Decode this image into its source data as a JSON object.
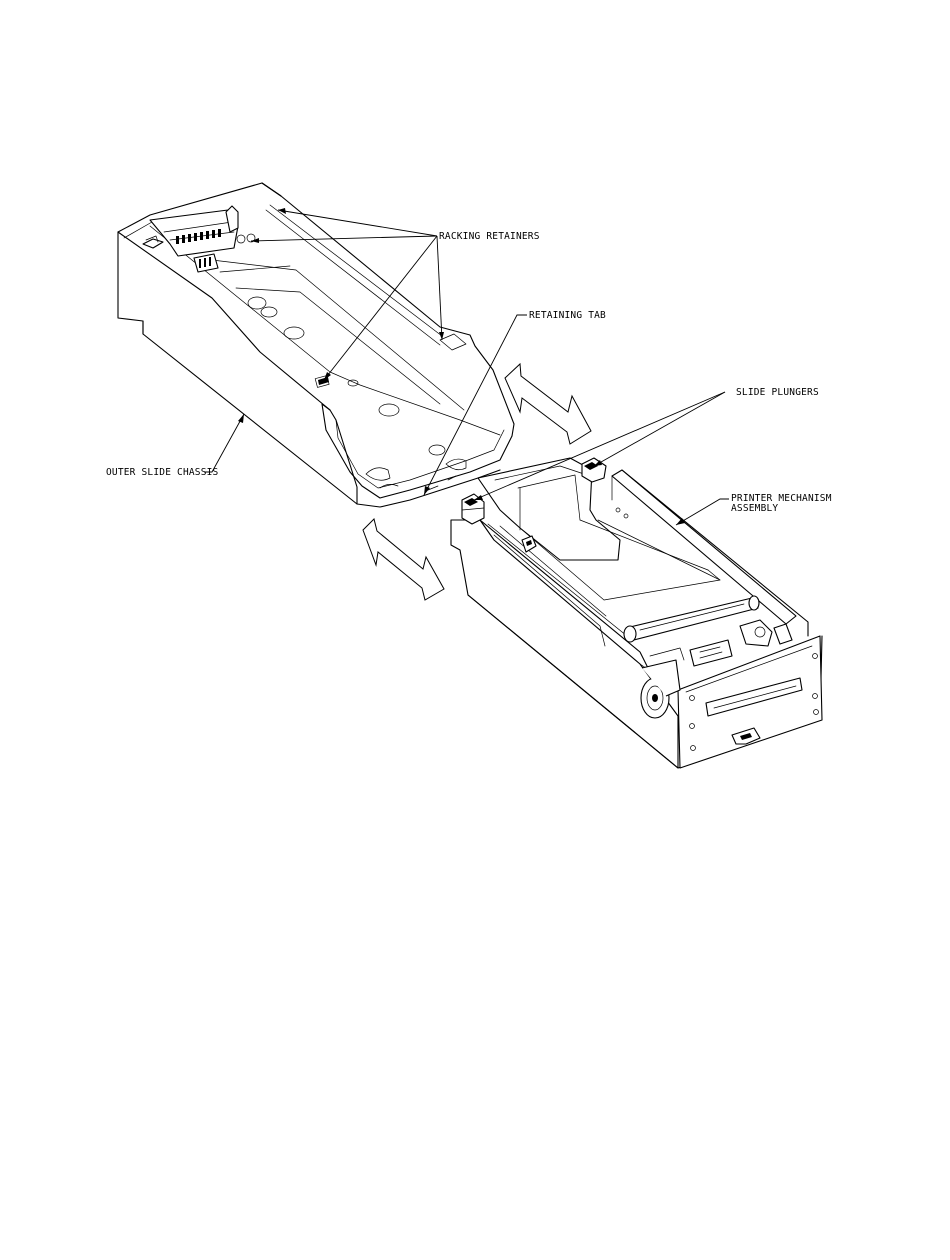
{
  "labels": {
    "racking_retainers": "RACKING RETAINERS",
    "retaining_tab": "RETAINING TAB",
    "slide_plungers": "SLIDE PLUNGERS",
    "outer_slide_chassis": "OUTER SLIDE CHASSIS",
    "printer_mechanism_line1": "PRINTER MECHANISM",
    "printer_mechanism_line2": "ASSEMBLY"
  }
}
